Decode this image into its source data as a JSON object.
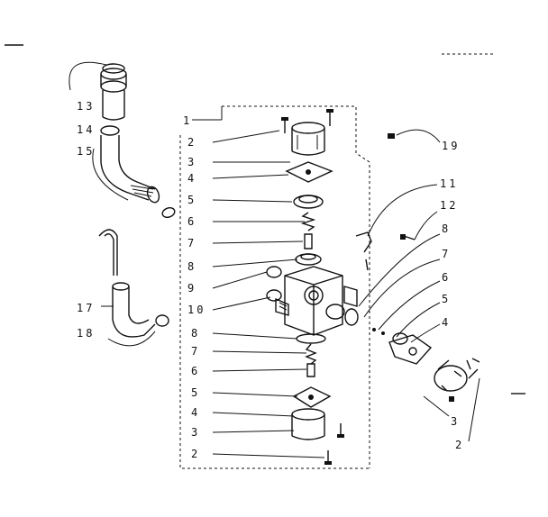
{
  "callouts": {
    "c1": "1",
    "c2_top": "2",
    "c3_top": "3",
    "c4_top": "4",
    "c5_top": "5",
    "c6_top": "6",
    "c7_top": "7",
    "c8_top": "8",
    "c9": "9",
    "c10": "10",
    "c8_low": "8",
    "c7_low": "7",
    "c6_low": "6",
    "c5_low": "5",
    "c4_low": "4",
    "c3_low": "3",
    "c2_low": "2",
    "c11": "11",
    "c12": "12",
    "c8_right": "8",
    "c7_right": "7",
    "c6_right": "6",
    "c5_right": "5",
    "c4_right": "4",
    "c3_right": "3",
    "c2_right": "2",
    "c13": "13",
    "c14": "14",
    "c15": "15",
    "c17": "17",
    "c18": "18",
    "c19": "19"
  }
}
